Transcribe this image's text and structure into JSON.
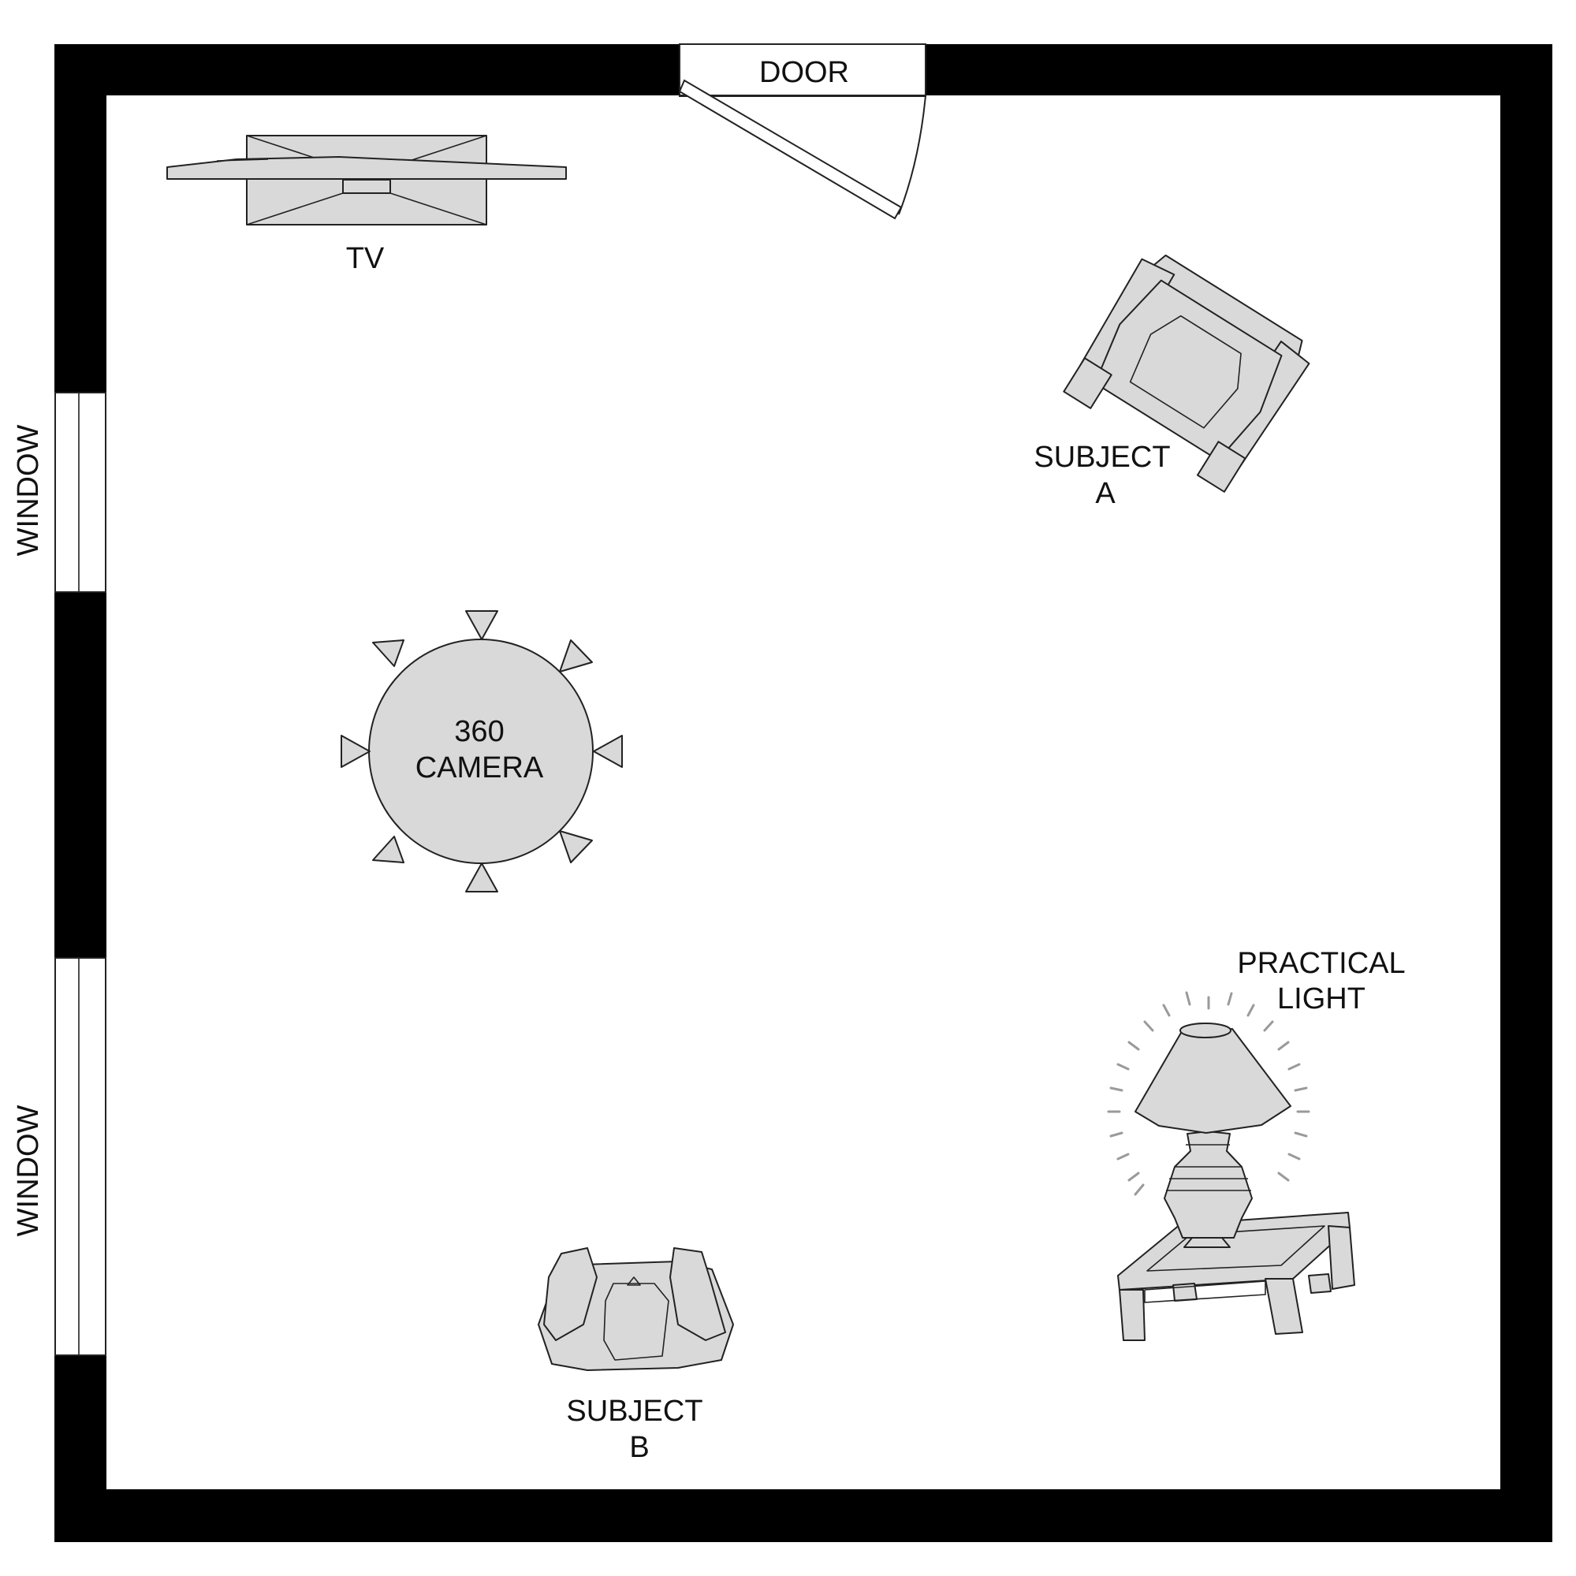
{
  "labels": {
    "door": "DOOR",
    "tv": "TV",
    "window_top": "WINDOW",
    "window_bottom": "WINDOW",
    "camera_line1": "360",
    "camera_line2": "CAMERA",
    "subject_a_line1": "SUBJECT",
    "subject_a_line2": "A",
    "subject_b_line1": "SUBJECT",
    "subject_b_line2": "B",
    "light_line1": "PRACTICAL",
    "light_line2": "LIGHT"
  },
  "icons": {
    "door": "door-swing-icon",
    "tv": "tv-icon",
    "camera": "camera-360-icon",
    "chair": "armchair-icon",
    "lamp": "table-lamp-icon",
    "table": "side-table-icon"
  },
  "colors": {
    "wall": "#000000",
    "floor": "#ffffff",
    "furniture_fill": "#d9d9d9",
    "outline": "#222222"
  }
}
